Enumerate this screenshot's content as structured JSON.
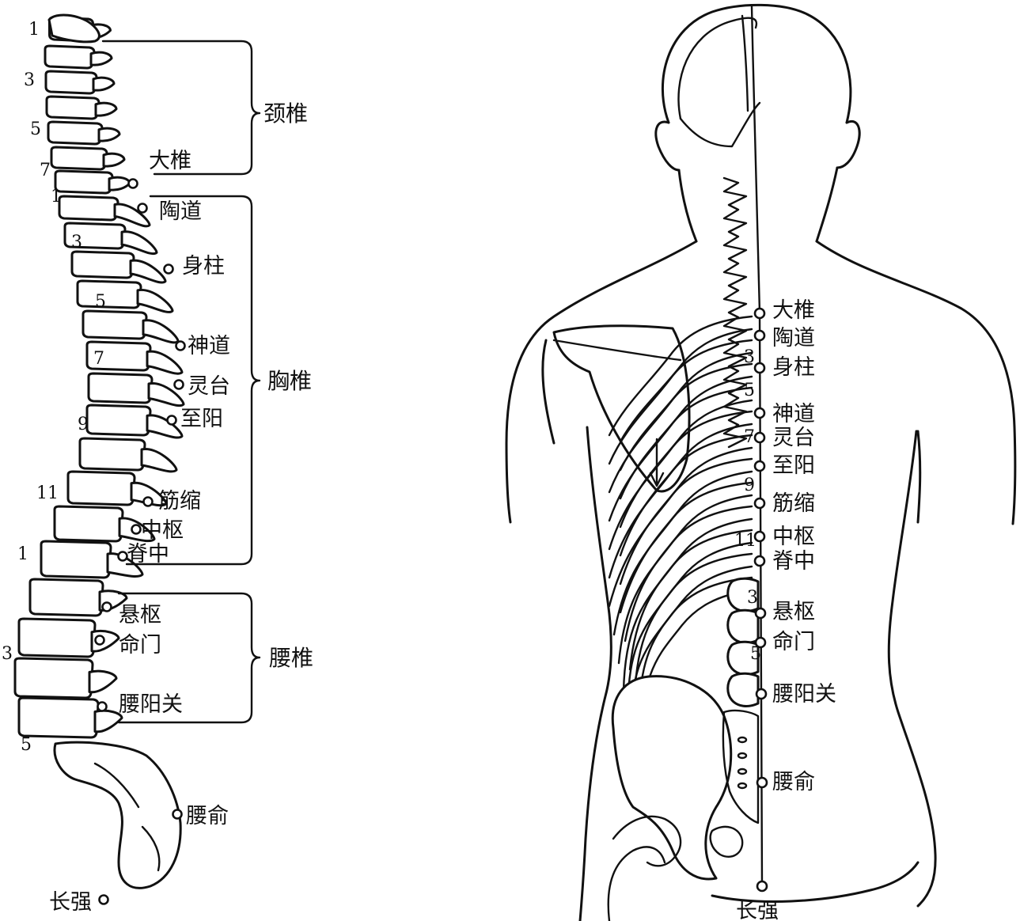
{
  "left_panel": {
    "groups": [
      {
        "label": "颈椎"
      },
      {
        "label": "胸椎"
      },
      {
        "label": "腰椎"
      }
    ],
    "vertebra_numbers": [
      "1",
      "3",
      "5",
      "7",
      "1",
      "3",
      "5",
      "7",
      "9",
      "11",
      "1",
      "3",
      "5"
    ],
    "points": [
      {
        "label": "大椎"
      },
      {
        "label": "陶道"
      },
      {
        "label": "身柱"
      },
      {
        "label": "神道"
      },
      {
        "label": "灵台"
      },
      {
        "label": "至阳"
      },
      {
        "label": "筋缩"
      },
      {
        "label": "中枢"
      },
      {
        "label": "脊中"
      },
      {
        "label": "悬枢"
      },
      {
        "label": "命门"
      },
      {
        "label": "腰阳关"
      },
      {
        "label": "腰俞"
      },
      {
        "label": "长强"
      }
    ]
  },
  "right_panel": {
    "vertebra_numbers": [
      "3",
      "5",
      "7",
      "9",
      "11",
      "3",
      "5"
    ],
    "points": [
      {
        "label": "大椎"
      },
      {
        "label": "陶道"
      },
      {
        "label": "身柱"
      },
      {
        "label": "神道"
      },
      {
        "label": "灵台"
      },
      {
        "label": "至阳"
      },
      {
        "label": "筋缩"
      },
      {
        "label": "中枢"
      },
      {
        "label": "脊中"
      },
      {
        "label": "悬枢"
      },
      {
        "label": "命门"
      },
      {
        "label": "腰阳关"
      },
      {
        "label": "腰俞"
      },
      {
        "label": "长强"
      }
    ]
  }
}
